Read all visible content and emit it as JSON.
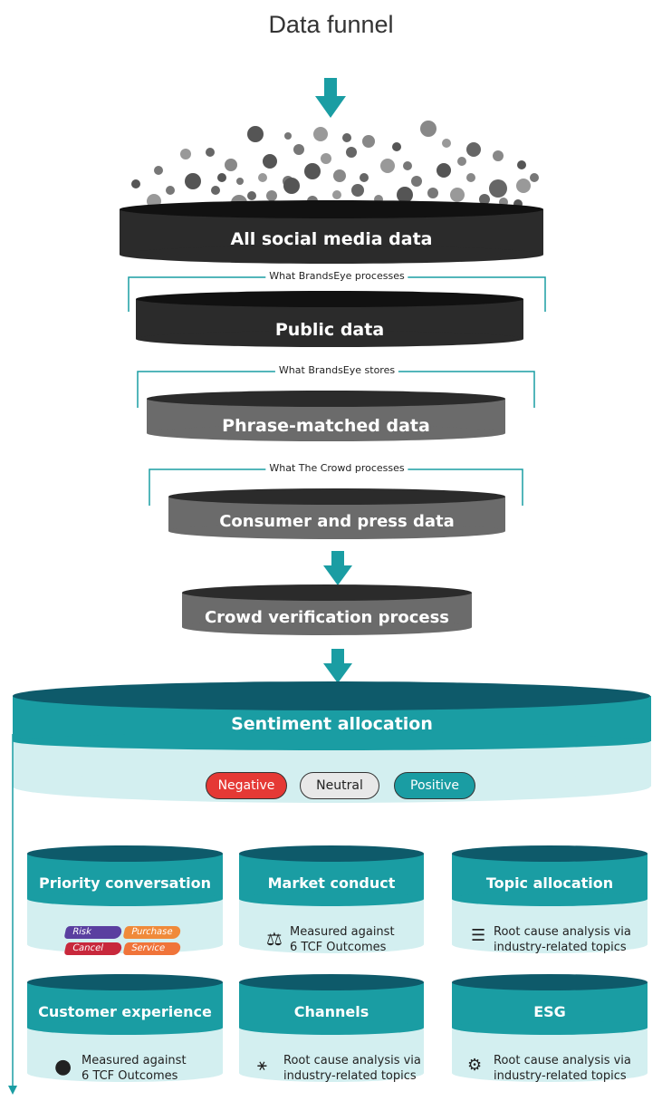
{
  "title": "Data funnel",
  "funnel": {
    "tiers": [
      {
        "label": "All social media data"
      },
      {
        "label": "Public data"
      },
      {
        "label": "Phrase-matched data"
      },
      {
        "label": "Consumer and press data"
      },
      {
        "label": "Crowd verification process"
      }
    ],
    "brackets": [
      {
        "label": "What BrandsEye processes"
      },
      {
        "label": "What BrandsEye stores"
      },
      {
        "label": "What The Crowd processes"
      }
    ]
  },
  "sentiment": {
    "title": "Sentiment allocation",
    "pills": [
      {
        "label": "Negative",
        "color": "#e53935"
      },
      {
        "label": "Neutral",
        "color": "#e8e8e8"
      },
      {
        "label": "Positive",
        "color": "#1a9da3"
      }
    ]
  },
  "cards": [
    {
      "title": "Priority conversation",
      "tags": [
        "Risk",
        "Purchase",
        "Cancel",
        "Service"
      ]
    },
    {
      "title": "Market conduct",
      "icon": "scales-icon",
      "line1": "Measured against",
      "line2": "6 TCF Outcomes"
    },
    {
      "title": "Topic allocation",
      "icon": "list-icon",
      "line1": "Root cause analysis via",
      "line2": "industry-related topics"
    },
    {
      "title": "Customer experience",
      "icon": "head-icon",
      "line1": "Measured against",
      "line2": "6 TCF Outcomes"
    },
    {
      "title": "Channels",
      "icon": "network-icon",
      "line1": "Root cause analysis via",
      "line2": "industry-related topics"
    },
    {
      "title": "ESG",
      "icon": "gear-leaf-icon",
      "line1": "Root cause analysis via",
      "line2": "industry-related topics"
    }
  ],
  "colors": {
    "teal": "#1a9da3",
    "teal_dark": "#0e5a6a",
    "teal_light": "#d3eff0",
    "tier_dark": "#2b2b2b",
    "tier_grey": "#6b6b6b",
    "tag_risk": "#5a3fa0",
    "tag_purchase": "#f08a3a",
    "tag_cancel": "#c8283c",
    "tag_service": "#f0743a"
  }
}
